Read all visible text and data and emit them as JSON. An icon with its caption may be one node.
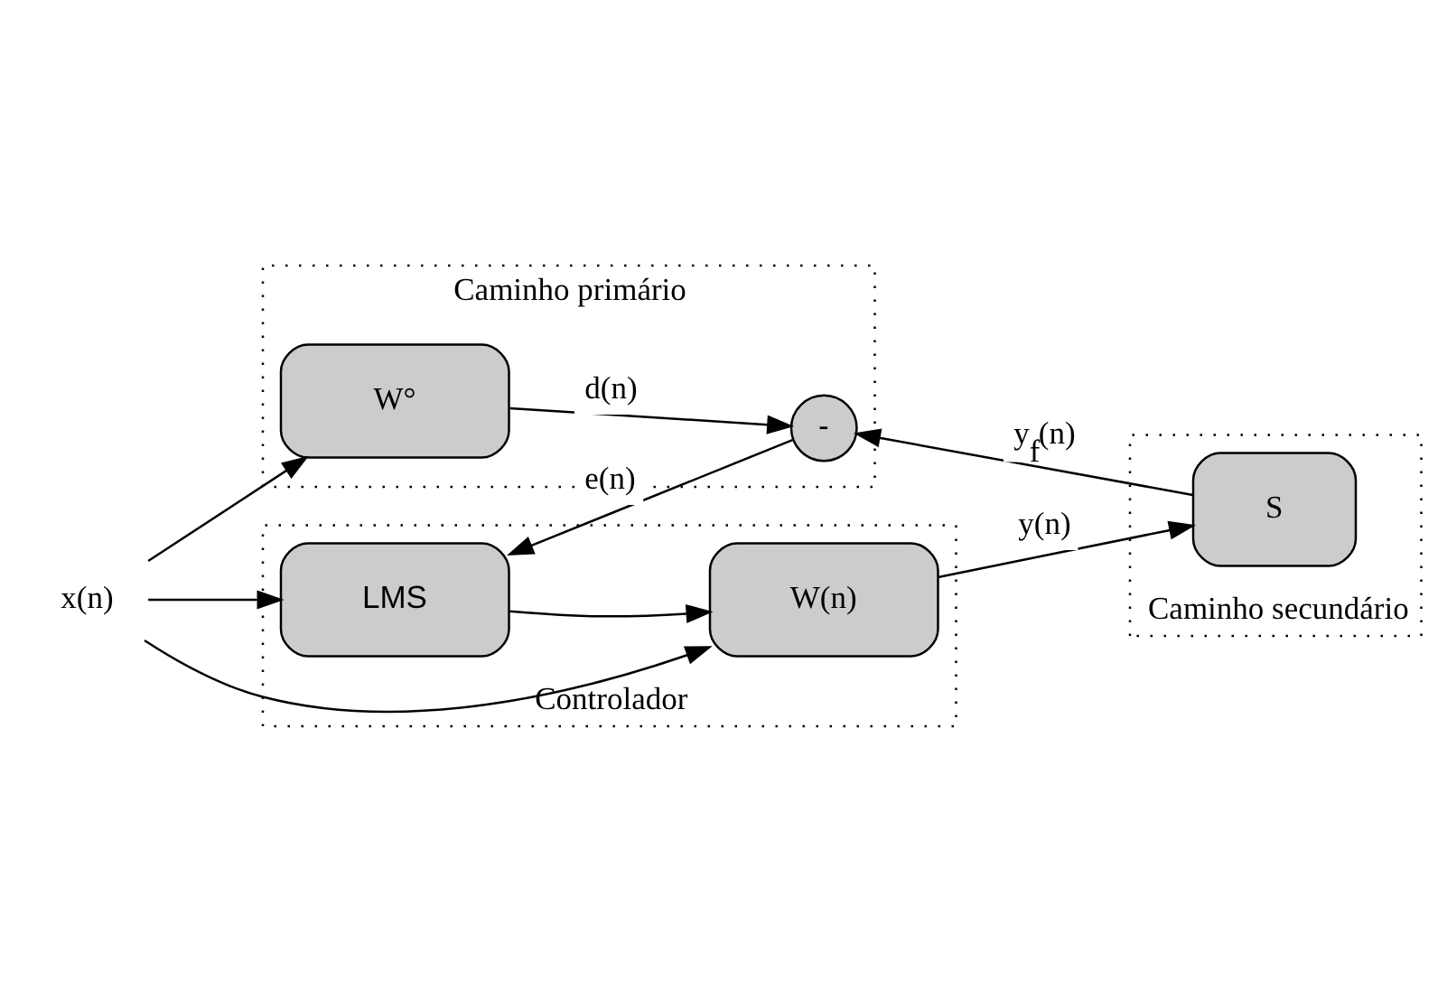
{
  "diagram": {
    "nodes": [
      {
        "text": [
          "Caminho primário"
        ]
      },
      {
        "text": [
          "W°"
        ],
        "in": 0
      },
      {
        "text": [
          "-"
        ],
        "in": 0
      },
      {
        "text": [
          "Controlador"
        ]
      },
      {
        "text": [
          "W(n)"
        ],
        "in": 3
      },
      {
        "text": [
          "LMS"
        ],
        "in": 3
      },
      {
        "text": [
          "Caminho secundário"
        ]
      },
      {
        "text": [
          "S"
        ],
        "in": 6
      },
      {
        "text": [
          "x(n)"
        ]
      }
    ],
    "edges": [
      {
        "from": 8,
        "to": 1,
        "arrow": "to"
      },
      {
        "from": 8,
        "to": 4,
        "arrow": "to"
      },
      {
        "from": 8,
        "to": 5,
        "arrow": "to"
      },
      {
        "from": 1,
        "to": 2,
        "label": "d(n)",
        "arrow": "to"
      },
      {
        "from": 4,
        "to": 7,
        "label": "y(n)",
        "arrow": "to"
      },
      {
        "from": 7,
        "to": 2,
        "label": "y$_{f}$(n)",
        "arrow": "to"
      },
      {
        "from": 2,
        "to": 5,
        "label": "e(n)",
        "arrow": "to"
      },
      {
        "from": 5,
        "to": 4,
        "arrow": "to"
      }
    ]
  }
}
